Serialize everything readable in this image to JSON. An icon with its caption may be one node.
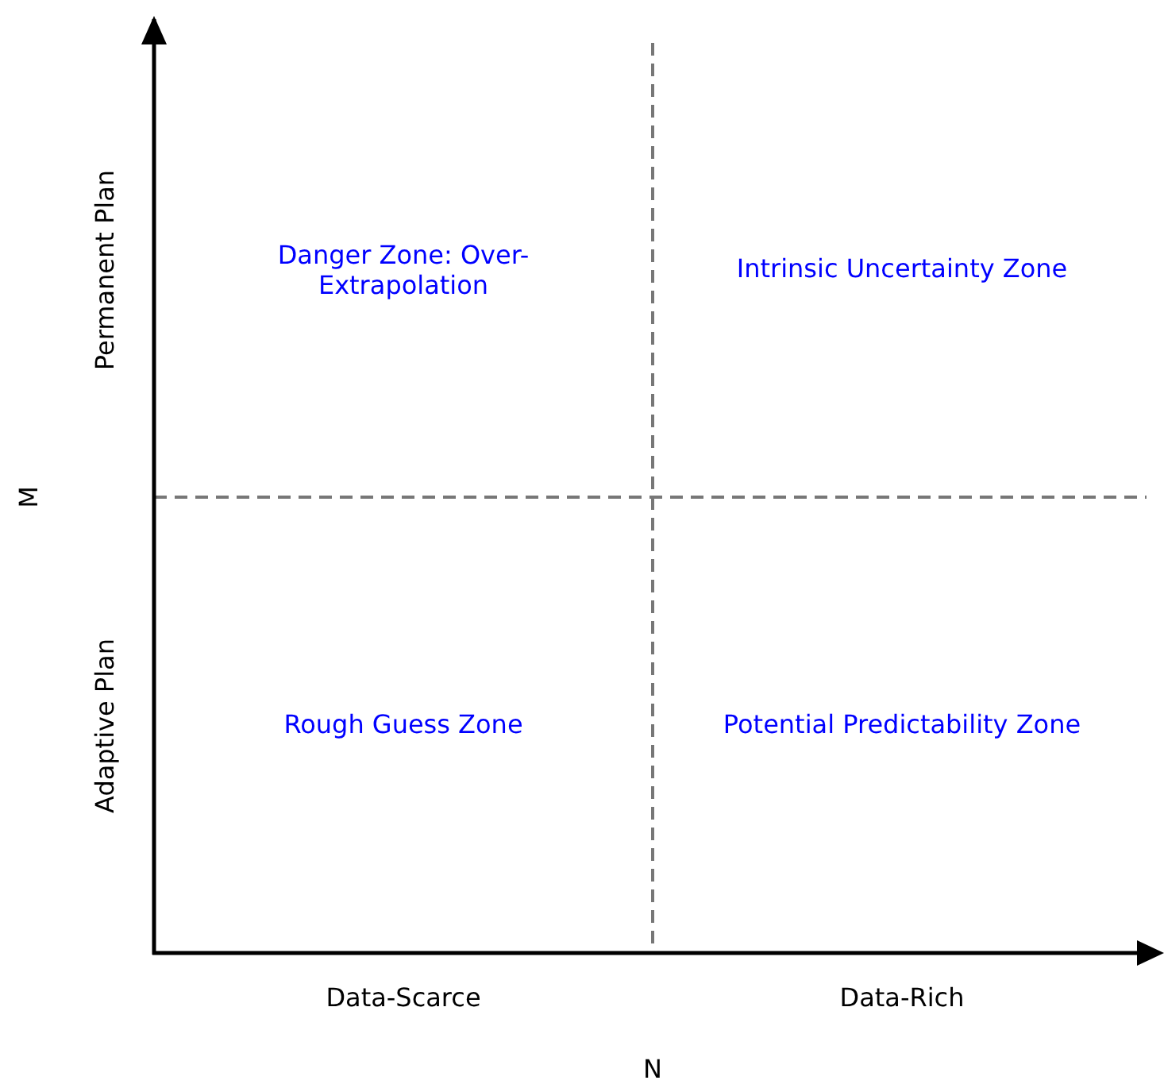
{
  "diagram": {
    "labels": [
      "Permanent Plan",
      "Danger Zone: Over-Extrapolation",
      "Intrinsic Uncertainty Zone",
      "M",
      "Adaptive Plan",
      "Rough Guess Zone",
      "Potential Predictability Zone",
      "Data-Scarce",
      "Data-Rich",
      "N"
    ]
  }
}
